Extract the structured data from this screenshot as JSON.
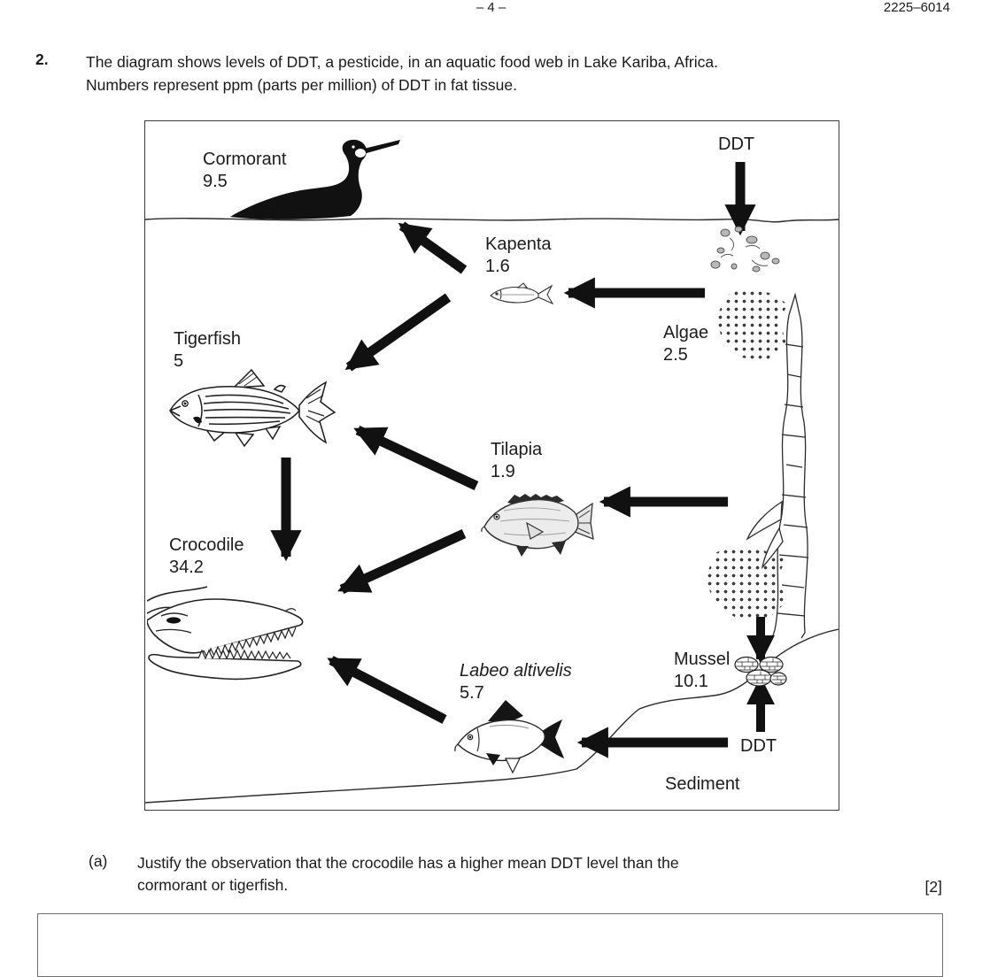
{
  "header": {
    "page_number": "– 4 –",
    "document_code": "2225–6014"
  },
  "question": {
    "number": "2.",
    "line1": "The diagram shows levels of DDT, a pesticide, in an aquatic food web in Lake Kariba, Africa.",
    "line2": "Numbers represent ppm (parts per million) of DDT in fat tissue."
  },
  "diagram": {
    "ddt_input_top": "DDT",
    "ddt_input_bottom": "DDT",
    "sediment_label": "Sediment",
    "organisms": {
      "cormorant": {
        "name": "Cormorant",
        "value": "9.5"
      },
      "kapenta": {
        "name": "Kapenta",
        "value": "1.6"
      },
      "algae": {
        "name": "Algae",
        "value": "2.5"
      },
      "tigerfish": {
        "name": "Tigerfish",
        "value": "5"
      },
      "tilapia": {
        "name": "Tilapia",
        "value": "1.9"
      },
      "crocodile": {
        "name": "Crocodile",
        "value": "34.2"
      },
      "labeo": {
        "name": "Labeo altivelis",
        "value": "5.7"
      },
      "mussel": {
        "name": "Mussel",
        "value": "10.1"
      }
    },
    "food_web_links": [
      {
        "from": "DDT",
        "to": "water surface"
      },
      {
        "from": "Kapenta",
        "to": "Cormorant"
      },
      {
        "from": "Algae",
        "to": "Kapenta"
      },
      {
        "from": "Kapenta",
        "to": "Tigerfish"
      },
      {
        "from": "Tilapia",
        "to": "Tigerfish"
      },
      {
        "from": "Tigerfish",
        "to": "Crocodile"
      },
      {
        "from": "Tilapia",
        "to": "Crocodile"
      },
      {
        "from": "Algae",
        "to": "Tilapia"
      },
      {
        "from": "Labeo altivelis",
        "to": "Crocodile"
      },
      {
        "from": "DDT (sediment)",
        "to": "Labeo altivelis"
      },
      {
        "from": "Algae",
        "to": "Mussel"
      },
      {
        "from": "DDT (sediment)",
        "to": "Mussel"
      }
    ]
  },
  "part_a": {
    "label": "(a)",
    "line1": "Justify the observation that the crocodile has a higher mean DDT level than the",
    "line2": "cormorant or tigerfish.",
    "marks": "[2]"
  },
  "colors": {
    "ink": "#1a1a1a",
    "paper": "#ffffff",
    "arrow_black": "#111111",
    "plankton_gray": "#b9b9b9"
  }
}
